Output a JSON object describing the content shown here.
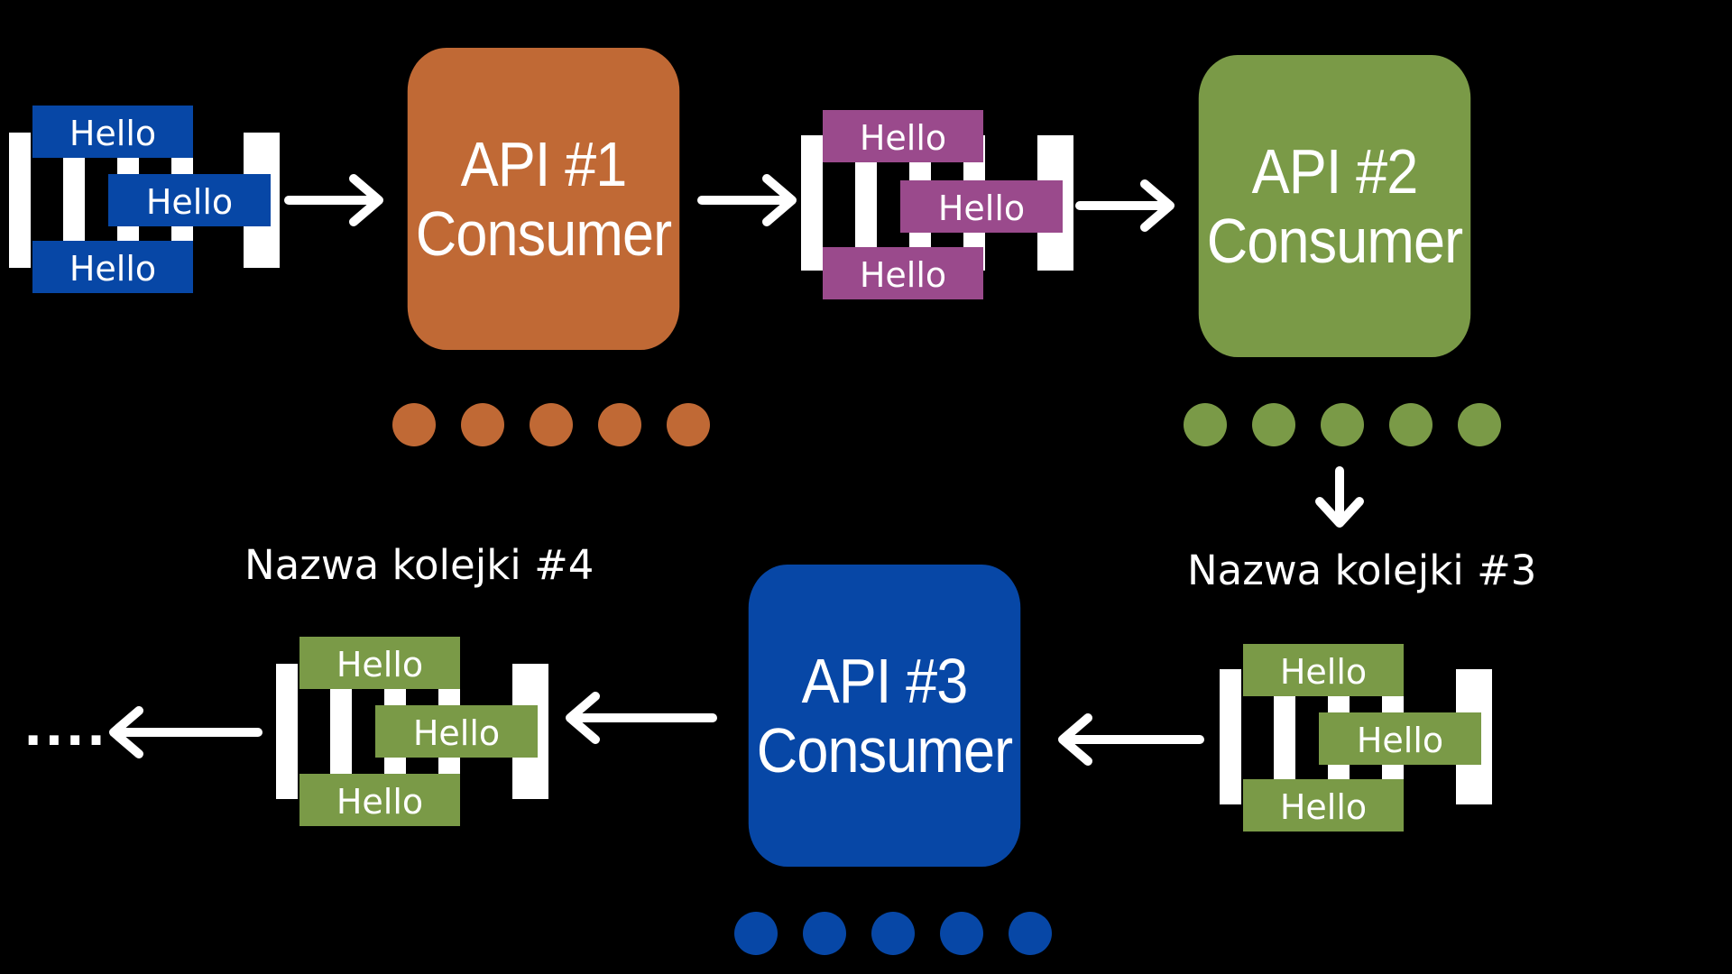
{
  "colors": {
    "background": "#000000",
    "orange": "#C06935",
    "green": "#7A9A47",
    "blue": "#0747A6",
    "purple": "#9A4A8C",
    "white": "#FFFFFF"
  },
  "queues": [
    {
      "id": "queue-1",
      "color": "#0747A6",
      "messages": [
        "Hello",
        "Hello",
        "Hello"
      ]
    },
    {
      "id": "queue-2",
      "color": "#9A4A8C",
      "messages": [
        "Hello",
        "Hello",
        "Hello"
      ]
    },
    {
      "id": "queue-3",
      "color": "#7A9A47",
      "name": "Nazwa kolejki #3",
      "messages": [
        "Hello",
        "Hello",
        "Hello"
      ]
    },
    {
      "id": "queue-4",
      "color": "#7A9A47",
      "name": "Nazwa kolejki #4",
      "messages": [
        "Hello",
        "Hello",
        "Hello"
      ]
    }
  ],
  "consumers": [
    {
      "id": "api-1",
      "line1": "API #1",
      "line2": "Consumer",
      "color": "#C06935",
      "dot_count": 5
    },
    {
      "id": "api-2",
      "line1": "API #2",
      "line2": "Consumer",
      "color": "#7A9A47",
      "dot_count": 5
    },
    {
      "id": "api-3",
      "line1": "API #3",
      "line2": "Consumer",
      "color": "#0747A6",
      "dot_count": 5
    }
  ],
  "ellipsis": "...."
}
